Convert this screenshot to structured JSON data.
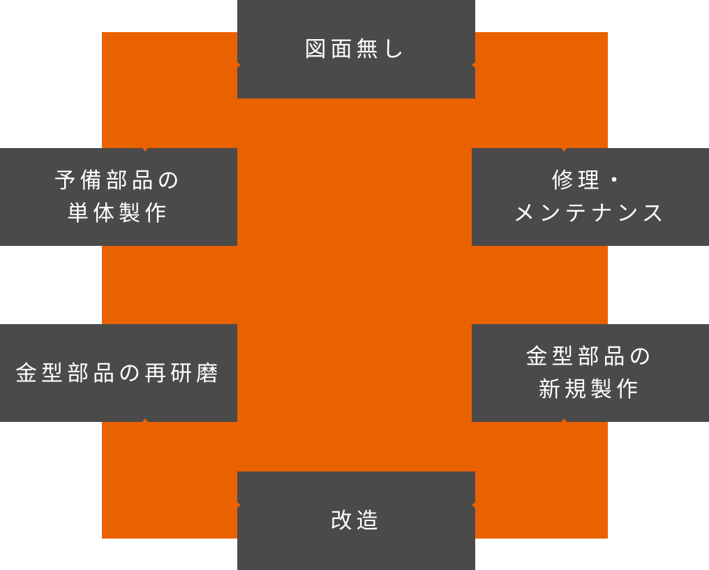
{
  "canvas": {
    "background": "#FFFFFF"
  },
  "colors": {
    "accent_orange": "#EA6100",
    "box_gray": "#4A4A4A",
    "label_text": "#FFFFFF"
  },
  "diagram": {
    "center_square": {
      "color": "#EA6100"
    },
    "labels": {
      "top": {
        "text": "図面無し"
      },
      "left_upper": {
        "text": "予備部品の\n単体製作"
      },
      "right_upper": {
        "text": "修理・\nメンテナンス"
      },
      "left_lower": {
        "text": "金型部品の再研磨"
      },
      "right_lower": {
        "text": "金型部品の\n新規製作"
      },
      "bottom": {
        "text": "改造"
      }
    }
  }
}
